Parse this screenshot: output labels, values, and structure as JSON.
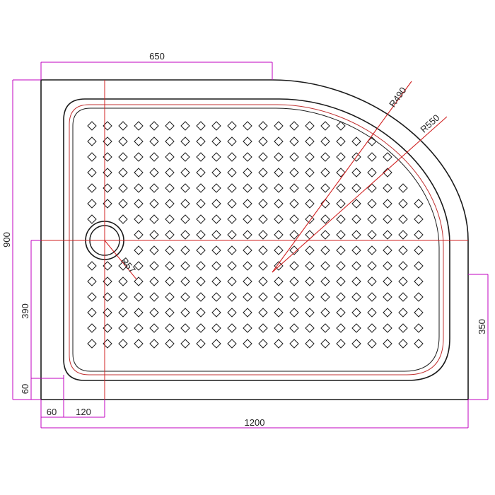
{
  "dimensions": {
    "width_top": "650",
    "height_left": "900",
    "radius_outer": "R550",
    "radius_inner": "R490",
    "radius_drain": "R57",
    "offset_390": "390",
    "offset_60_vertical": "60",
    "offset_60_horizontal": "60",
    "offset_120": "120",
    "width_bottom": "1200",
    "height_right": "350"
  },
  "colors": {
    "outline": "#1a1a1a",
    "dimension_lines": "#c000c0",
    "center_lines": "#d02020",
    "inner_lip": "#c03030"
  }
}
